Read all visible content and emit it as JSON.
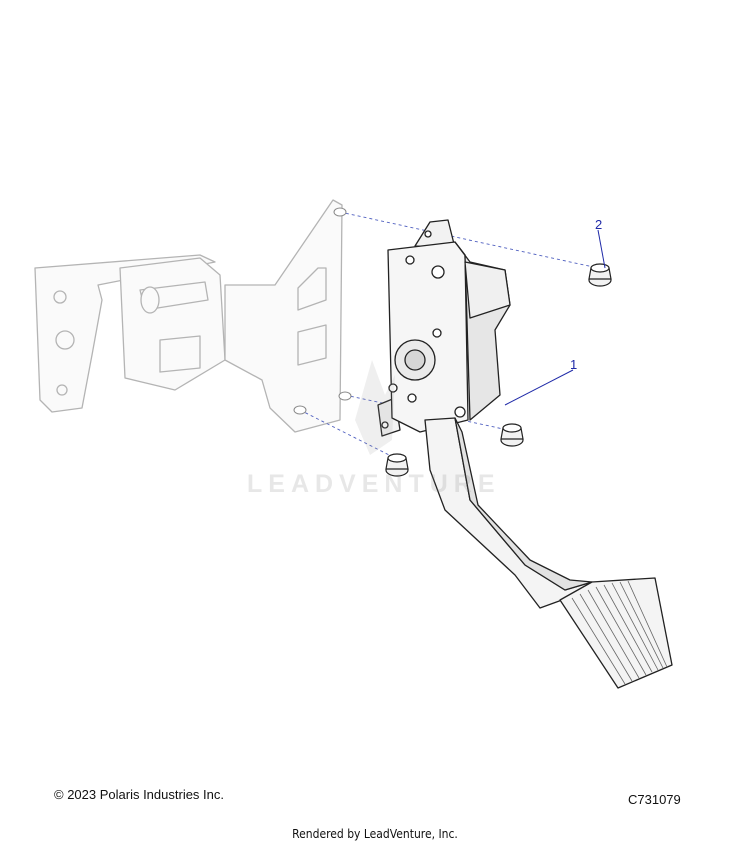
{
  "diagram": {
    "callouts": [
      {
        "number": "1",
        "part": "accelerator-pedal-assembly"
      },
      {
        "number": "2",
        "part": "flange-nut"
      }
    ]
  },
  "watermark": {
    "brand": "LEADVENTURE"
  },
  "footer": {
    "copyright": "© 2023 Polaris Industries Inc.",
    "figure_id": "C731079",
    "rendered_by": "Rendered by LeadVenture, Inc."
  },
  "colors": {
    "line": "#222222",
    "callout": "#1f2aa8",
    "ghost_part": "#9a9a9a"
  }
}
